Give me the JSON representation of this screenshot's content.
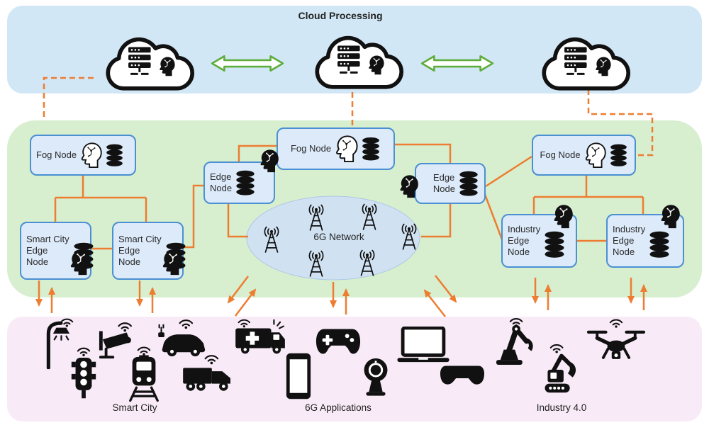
{
  "title": "Cloud Processing",
  "colors": {
    "cloud_band": "#d2e7f6",
    "fog_band": "#d7eecf",
    "device_band": "#f8ebf7",
    "node_fill": "#dceafa",
    "node_border": "#4a90d2",
    "connector_orange": "#ed7d31",
    "inter_cloud_arrow_green": "#5fae3d",
    "network_ellipse": "#d0e1f2"
  },
  "clouds": [
    {
      "icon": "cloud-server-ai"
    },
    {
      "icon": "cloud-server-ai"
    },
    {
      "icon": "cloud-server-ai"
    }
  ],
  "nodes": {
    "fog_left": {
      "label": "Fog Node"
    },
    "fog_center": {
      "label": "Fog Node"
    },
    "fog_right": {
      "label": "Fog Node"
    },
    "edge_left": {
      "label": "Edge\nNode"
    },
    "edge_right": {
      "label": "Edge\nNode"
    },
    "smart_city_1": {
      "label": "Smart City\nEdge\nNode"
    },
    "smart_city_2": {
      "label": "Smart City\nEdge\nNode"
    },
    "industry_1": {
      "label": "Industry\nEdge\nNode"
    },
    "industry_2": {
      "label": "Industry\nEdge\nNode"
    }
  },
  "network": {
    "label": "6G Network",
    "tower_count": 6
  },
  "device_groups": [
    {
      "id": "smart-city",
      "label": "Smart City",
      "icons": [
        "smart-street-lamp",
        "traffic-light",
        "cctv-camera",
        "smart-train",
        "connected-car",
        "smart-truck"
      ]
    },
    {
      "id": "6g-applications",
      "label": "6G Applications",
      "icons": [
        "ambulance",
        "smartphone",
        "game-controller",
        "webcam",
        "laptop",
        "vr-headset"
      ]
    },
    {
      "id": "industry-4-0",
      "label": "Industry 4.0",
      "icons": [
        "robot-arm",
        "excavator",
        "drone"
      ]
    }
  ]
}
